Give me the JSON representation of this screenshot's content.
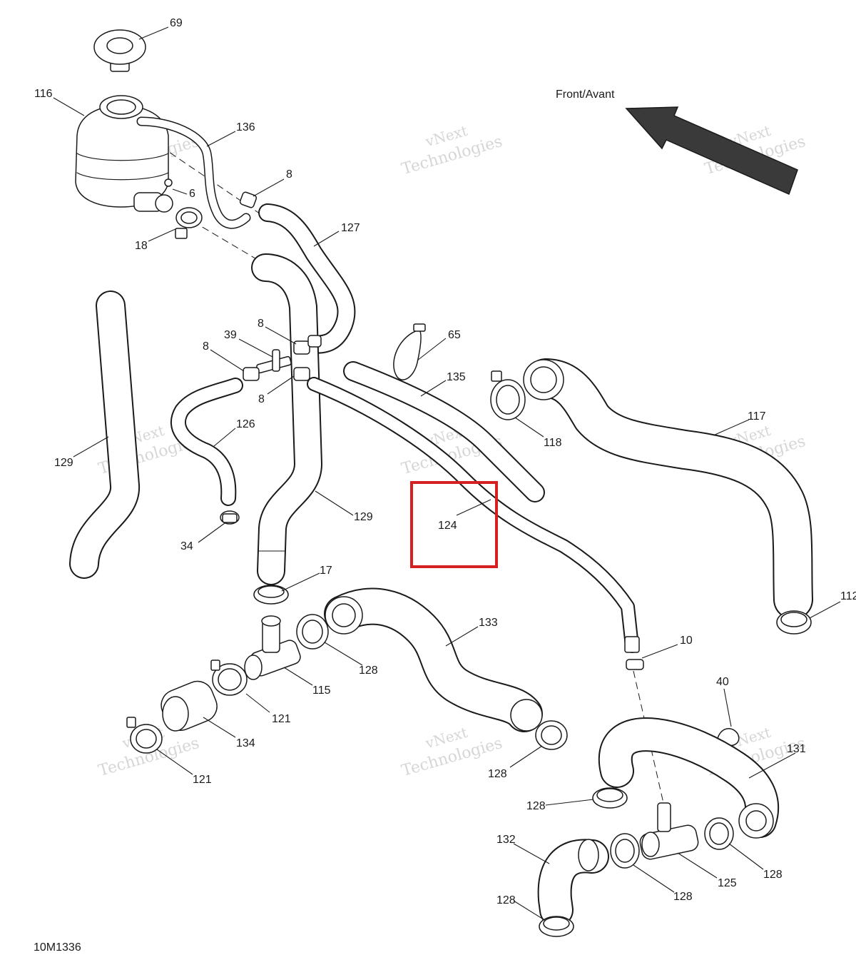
{
  "diagram": {
    "drawing_number": "10M1336",
    "direction_label": "Front/Avant",
    "watermark_line1": "vNext",
    "watermark_line2": "Technologies",
    "highlight_color": "#d42020",
    "arrow_color": "#3a3a3a",
    "callouts": {
      "c69": "69",
      "c116": "116",
      "c136": "136",
      "c8a": "8",
      "c6": "6",
      "c18": "18",
      "c127": "127",
      "c8b": "8",
      "c39": "39",
      "c8c": "8",
      "c8d": "8",
      "c65": "65",
      "c135": "135",
      "c118": "118",
      "c117": "117",
      "c129a": "129",
      "c126": "126",
      "c129b": "129",
      "c34": "34",
      "c124": "124",
      "c17": "17",
      "c112": "112",
      "c133": "133",
      "c10": "10",
      "c128a": "128",
      "c115": "115",
      "c121a": "121",
      "c134": "134",
      "c40": "40",
      "c121b": "121",
      "c128b": "128",
      "c131": "131",
      "c128c": "128",
      "c132": "132",
      "c128d": "128",
      "c125": "125",
      "c128e": "128",
      "c128f": "128"
    }
  }
}
